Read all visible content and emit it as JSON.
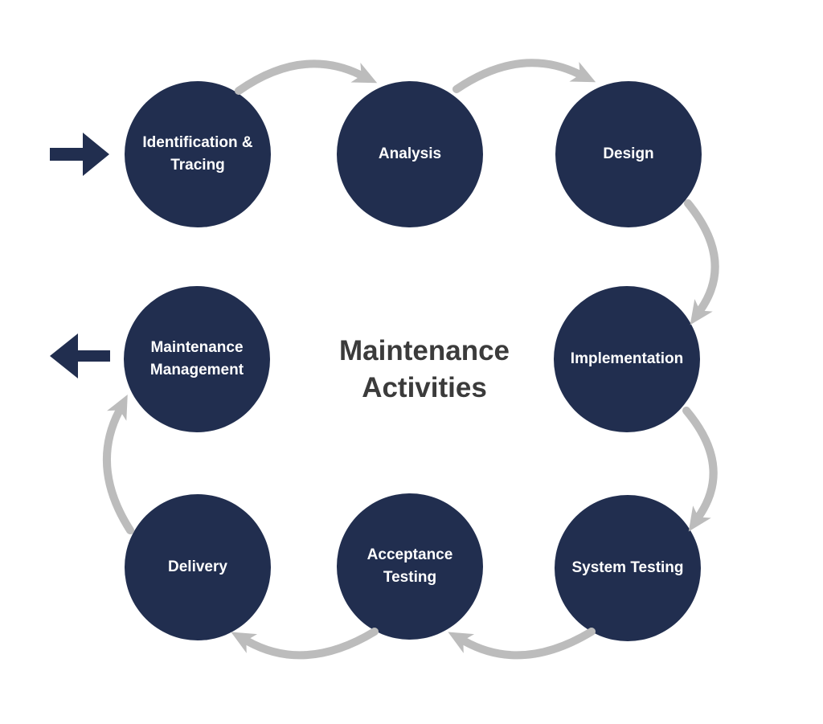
{
  "diagram": {
    "title": "Maintenance\nActivities",
    "nodes": [
      {
        "id": "identification-tracing",
        "label": "Identification &\nTracing"
      },
      {
        "id": "analysis",
        "label": "Analysis"
      },
      {
        "id": "design",
        "label": "Design"
      },
      {
        "id": "implementation",
        "label": "Implementation"
      },
      {
        "id": "system-testing",
        "label": "System Testing"
      },
      {
        "id": "acceptance-testing",
        "label": "Acceptance\nTesting"
      },
      {
        "id": "delivery",
        "label": "Delivery"
      },
      {
        "id": "maintenance-management",
        "label": "Maintenance\nManagement"
      }
    ],
    "flow_order": [
      "Identification & Tracing",
      "Analysis",
      "Design",
      "Implementation",
      "System Testing",
      "Acceptance Testing",
      "Delivery",
      "Maintenance Management"
    ],
    "entry_point": "Identification & Tracing",
    "exit_point": "Maintenance Management",
    "colors": {
      "node_fill": "#212E4F",
      "node_text": "#FFFFFF",
      "flow_arrow": "#BCBCBC",
      "entry_exit_arrow": "#212E4F",
      "title_text": "#3B3B3B",
      "background": "#FFFFFF"
    }
  }
}
